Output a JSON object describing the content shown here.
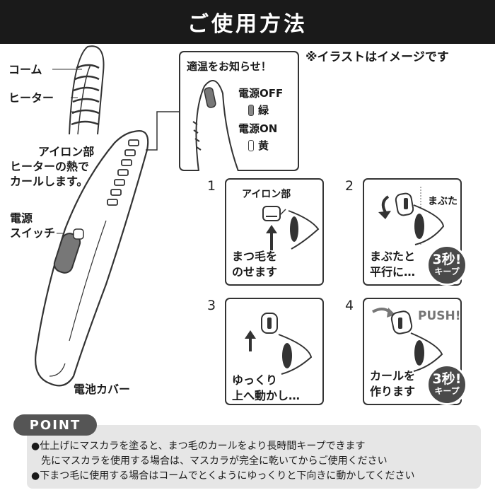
{
  "header": {
    "title": "ご使用方法"
  },
  "note": "※イラストはイメージです",
  "labels": {
    "comb": "コーム",
    "heater": "ヒーター",
    "iron_desc_1": "アイロン部",
    "iron_desc_2": "ヒーターの熱で",
    "iron_desc_3": "カールします。",
    "switch_1": "電源",
    "switch_2": "スイッチ",
    "battery": "電池カバー"
  },
  "indicator": {
    "title": "適温をお知らせ！",
    "off_label": "電源OFF",
    "off_color": "緑",
    "on_label": "電源ON",
    "on_color": "黄"
  },
  "steps": [
    {
      "number": "1",
      "top_label": "アイロン部",
      "caption_1": "まつ毛を",
      "caption_2": "のせます"
    },
    {
      "number": "2",
      "top_label": "まぶた",
      "caption_1": "まぶたと",
      "caption_2": "平行に…",
      "badge_num": "3秒!",
      "badge_text": "キープ"
    },
    {
      "number": "3",
      "caption_1": "ゆっくり",
      "caption_2": "上へ動かし…"
    },
    {
      "number": "4",
      "top_label": "PUSH!",
      "caption_1": "カールを",
      "caption_2": "作ります",
      "badge_num": "3秒!",
      "badge_text": "キープ"
    }
  ],
  "point": {
    "title": "POINT",
    "tips": [
      "●仕上げにマスカラを塗ると、まつ毛のカールをより長時間キープできます",
      "　先にマスカラを使用する場合は、マスカラが完全に乾いてからご使用ください",
      "●下まつ毛に使用する場合はコームでとくようにゆっくりと下向きに動かしてください"
    ]
  },
  "colors": {
    "header_bg": "#1a1a1a",
    "badge_bg": "#4a4a4a",
    "point_bg": "#e6e6e6",
    "point_pill": "#555555"
  }
}
